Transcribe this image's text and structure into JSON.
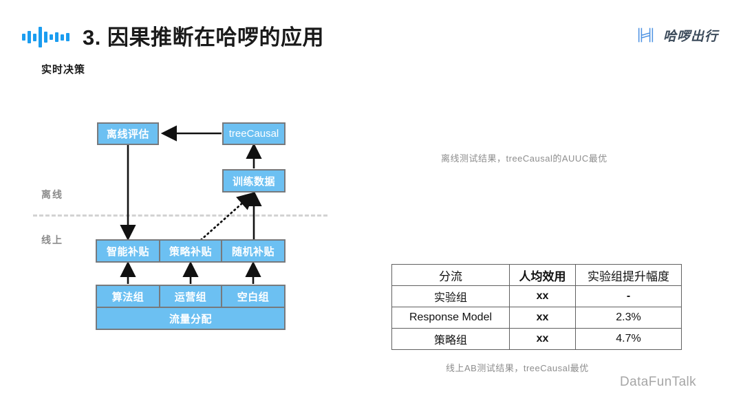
{
  "header": {
    "title": "3. 因果推断在哈啰的应用",
    "subtitle": "实时决策",
    "wave_icon": "waveform-icon",
    "brand": {
      "mark": "hello-h-logo-icon",
      "name": "哈啰出行"
    },
    "accent_color": "#1b9df0"
  },
  "diagram": {
    "lane_offline": "离线",
    "lane_online": "线上",
    "node_color": "#6cc0f2",
    "border_color": "#77797c",
    "nodes": {
      "offline_eval": "离线评估",
      "tree_causal": "treeCausal",
      "train_data": "训练数据",
      "smart_subsidy": "智能补贴",
      "policy_subsidy": "策略补贴",
      "random_subsidy": "随机补贴",
      "algo_group": "算法组",
      "ops_group": "运营组",
      "blank_group": "空白组",
      "traffic_alloc": "流量分配"
    }
  },
  "right": {
    "caption_top": "离线测试结果，treeCausal的AUUC最优",
    "caption_bottom": "线上AB测试结果，treeCausal最优",
    "percent_color": "#58b4ea"
  },
  "table": {
    "headers": [
      "分流",
      "人均效用",
      "实验组提升幅度"
    ],
    "rows": [
      [
        "实验组",
        "xx",
        "-"
      ],
      [
        "Response Model",
        "xx",
        "2.3%"
      ],
      [
        "策略组",
        "xx",
        "4.7%"
      ]
    ]
  },
  "watermark": "DataFunTalk"
}
